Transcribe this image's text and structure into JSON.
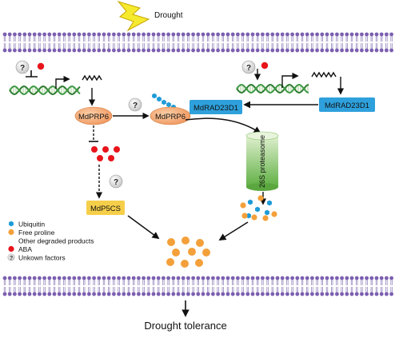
{
  "title": "Drought",
  "bottom_label": "Drought tolerance",
  "nodes": {
    "mdprp6_left": "MdPRP6",
    "mdprp6_complex": "MdPRP6",
    "mdrad23d1_complex": "MdRAD23D1",
    "mdrad23d1_right": "MdRAD23D1",
    "mdp5cs": "MdP5CS",
    "proteasome": "26S proteasome"
  },
  "unknown_symbol": "?",
  "legend": [
    {
      "label": "Ubiquitin",
      "icon": "ubiquitin-hexagon-icon",
      "color": "#1e9bd7"
    },
    {
      "label": "Free proline",
      "icon": "proline-dot-icon",
      "color": "#f4a03a"
    },
    {
      "label": "Other degraded products",
      "icon": "degraded-crescent-icon",
      "color": "#3aa63a"
    },
    {
      "label": "ABA",
      "icon": "aba-dot-icon",
      "color": "#e8141b"
    },
    {
      "label": "Unkown factors",
      "icon": "unknown-circle-icon",
      "color": "#d9d9d9"
    }
  ],
  "colors": {
    "membrane_head": "#7b5fb0",
    "dna_green": "#2e7d32",
    "prp6_orange": "#f2a36b",
    "rad_blue": "#2ea0dc",
    "mdp5cs_yellow": "#f6cf4a",
    "proteasome_green": "#6dbf4a"
  }
}
